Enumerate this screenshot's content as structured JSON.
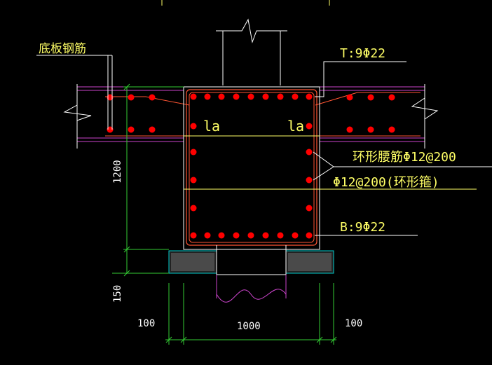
{
  "labels": {
    "slab_rebar": "底板钢筋",
    "top_bars": "T:9Φ22",
    "bottom_bars": "B:9Φ22",
    "waist_bars": "环形腰筋Φ12@200",
    "ring_stirrup": "Φ12@200(环形箍)",
    "anchor_left": "la",
    "anchor_right": "la"
  },
  "dimensions": {
    "beam_height": "1200",
    "cushion_thickness": "150",
    "left_offset": "100",
    "beam_width": "1000",
    "right_offset": "100"
  },
  "colors": {
    "background": "#000000",
    "rebar_dot": "#ff0000",
    "stirrup": "#ff5533",
    "slab_line": "#cc44cc",
    "outline": "#ffffff",
    "dimension": "#33cc33",
    "text": "#ffff66"
  }
}
